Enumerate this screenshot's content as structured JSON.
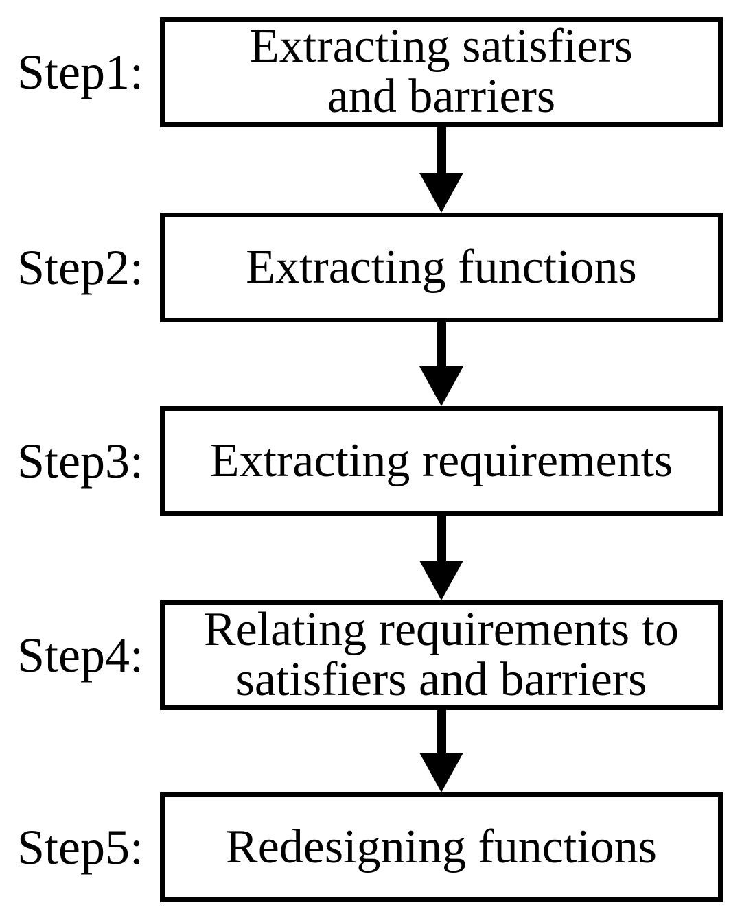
{
  "diagram": {
    "type": "flowchart",
    "colors": {
      "line": "#000000",
      "background": "#ffffff"
    },
    "steps": [
      {
        "label": "Step1:",
        "lines": [
          "Extracting satisfiers",
          "and barriers"
        ]
      },
      {
        "label": "Step2:",
        "lines": [
          "Extracting functions"
        ]
      },
      {
        "label": "Step3:",
        "lines": [
          "Extracting requirements"
        ]
      },
      {
        "label": "Step4:",
        "lines": [
          "Relating requirements to",
          "satisfiers and barriers"
        ]
      },
      {
        "label": "Step5:",
        "lines": [
          "Redesigning functions"
        ]
      }
    ],
    "connectors": [
      {
        "from": "Step1",
        "to": "Step2",
        "direction": "down",
        "icon": "down-arrow-icon"
      },
      {
        "from": "Step2",
        "to": "Step3",
        "direction": "down",
        "icon": "down-arrow-icon"
      },
      {
        "from": "Step3",
        "to": "Step4",
        "direction": "down",
        "icon": "down-arrow-icon"
      },
      {
        "from": "Step4",
        "to": "Step5",
        "direction": "down",
        "icon": "down-arrow-icon"
      }
    ]
  }
}
